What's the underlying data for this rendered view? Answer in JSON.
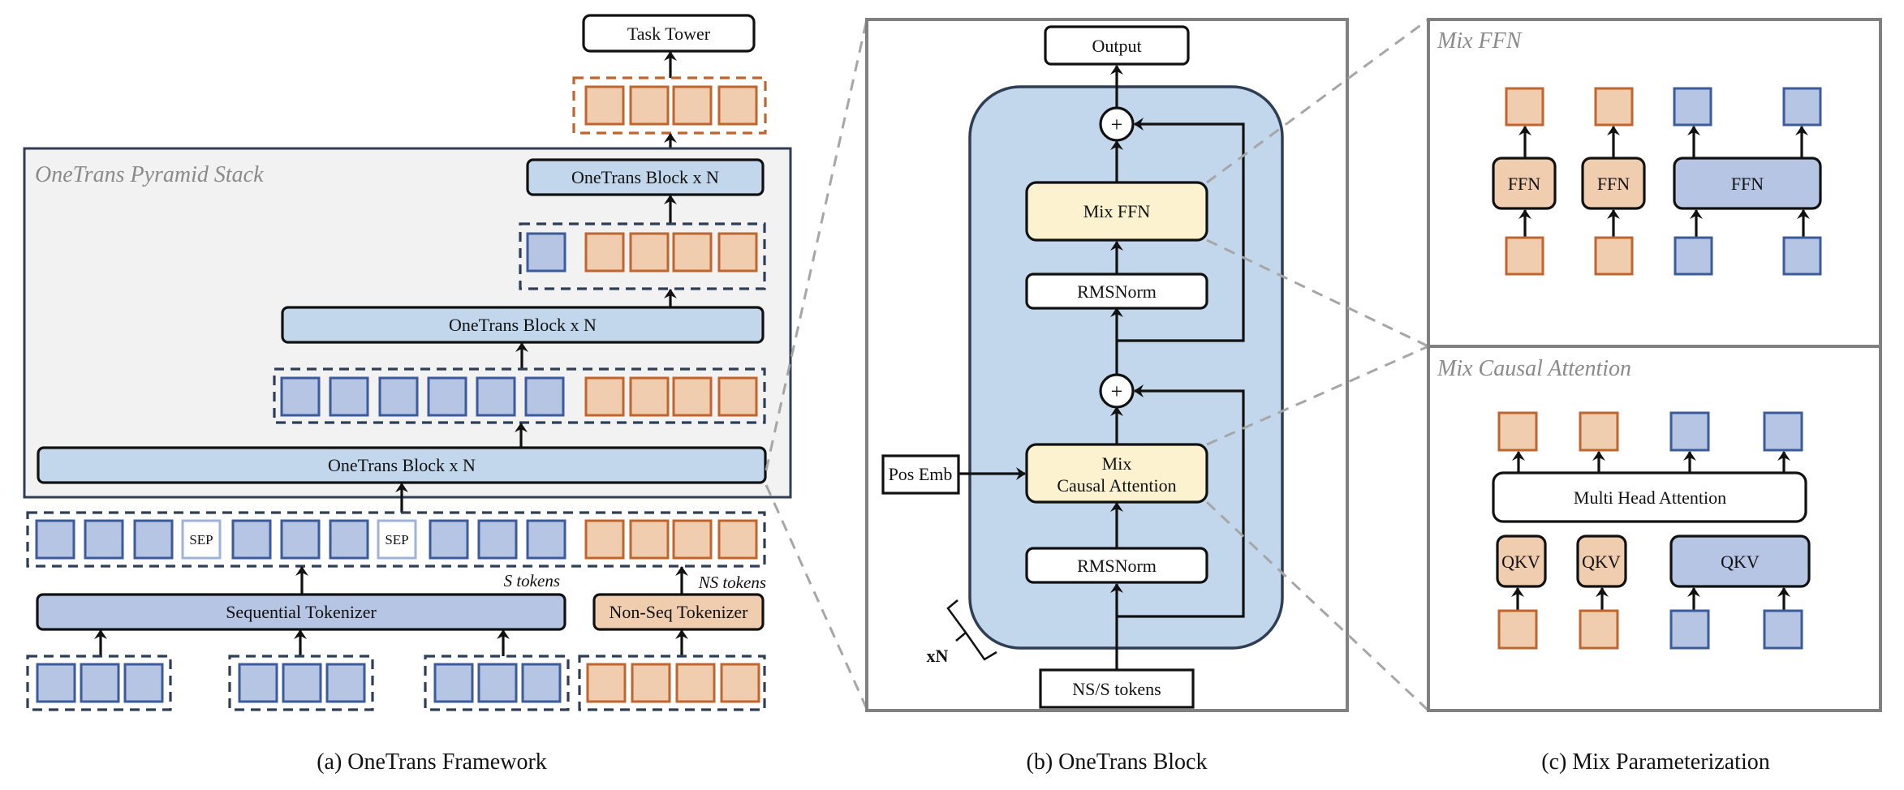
{
  "colors": {
    "ns_token_fill": "#f1cdb0",
    "ns_token_stroke": "#c0652e",
    "s_token_fill": "#b6c5e3",
    "s_token_stroke": "#3c5b9b",
    "block_fill": "#c2d7ec",
    "mix_fill": "#fdf2d0",
    "stack_bg": "#f2f2f2"
  },
  "framework": {
    "caption": "(a) OneTrans Framework",
    "task_tower": "Task Tower",
    "stack_title": "OneTrans Pyramid Stack",
    "block_top": "OneTrans Block x N",
    "block_mid": "OneTrans Block x N",
    "block_bottom": "OneTrans Block x N",
    "sep_label": "SEP",
    "s_tokens_label": "S tokens",
    "ns_tokens_label": "NS tokens",
    "seq_tokenizer": "Sequential Tokenizer",
    "nonseq_tokenizer": "Non-Seq Tokenizer",
    "rows": {
      "output_row": [
        "NS",
        "NS",
        "NS",
        "NS"
      ],
      "top_row": [
        "S",
        "NS",
        "NS",
        "NS",
        "NS"
      ],
      "middle_row": [
        "S",
        "S",
        "S",
        "S",
        "S",
        "S",
        "NS",
        "NS",
        "NS",
        "NS"
      ],
      "input_row": [
        "S",
        "S",
        "S",
        "SEP",
        "S",
        "S",
        "S",
        "SEP",
        "S",
        "S",
        "S",
        "NS",
        "NS",
        "NS",
        "NS"
      ]
    },
    "input_groups": [
      {
        "type": "S",
        "count": 3
      },
      {
        "type": "S",
        "count": 3
      },
      {
        "type": "S",
        "count": 3
      },
      {
        "type": "NS",
        "count": 4
      }
    ]
  },
  "block": {
    "caption": "(b) OneTrans Block",
    "output": "Output",
    "plus": "+",
    "mix_ffn": "Mix FFN",
    "rmsnorm_top": "RMSNorm",
    "mix_attn_line1": "Mix",
    "mix_attn_line2": "Causal Attention",
    "rmsnorm_bottom": "RMSNorm",
    "pos_emb": "Pos Emb",
    "repeat": "xN",
    "input": "NS/S tokens"
  },
  "mix": {
    "caption": "(c) Mix Parameterization",
    "ffn_title": "Mix FFN",
    "ffn_ns_1": "FFN",
    "ffn_ns_2": "FFN",
    "ffn_s": "FFN",
    "attn_title": "Mix Causal Attention",
    "mha": "Multi Head Attention",
    "qkv_ns_1": "QKV",
    "qkv_ns_2": "QKV",
    "qkv_s": "QKV"
  }
}
